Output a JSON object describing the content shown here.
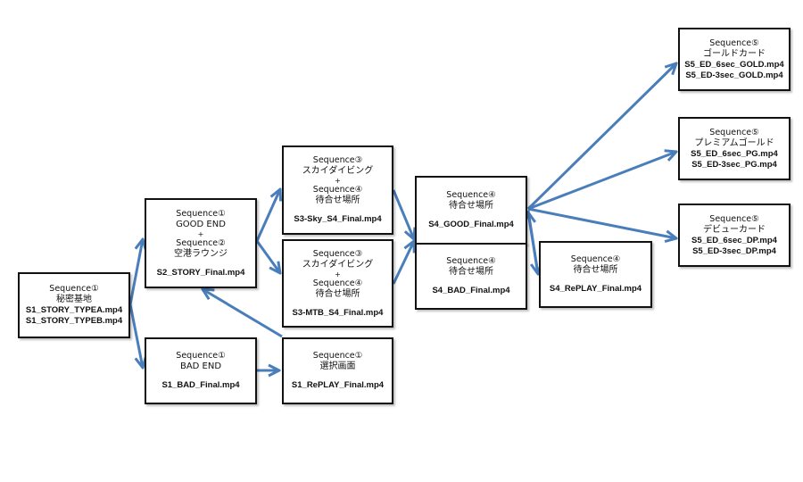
{
  "nodes": {
    "s1_story": {
      "seq": "Sequence①",
      "title": "秘密基地",
      "files": [
        "S1_STORY_TYPEA.mp4",
        "S1_STORY_TYPEB.mp4"
      ]
    },
    "s2_story": {
      "seq1": "Sequence①",
      "title1": "GOOD END",
      "plus": "+",
      "seq2": "Sequence②",
      "title2": "空港ラウンジ",
      "file": "S2_STORY_Final.mp4"
    },
    "s1_bad": {
      "seq": "Sequence①",
      "title": "BAD END",
      "file": "S1_BAD_Final.mp4"
    },
    "s3_sky": {
      "seq1": "Sequence③",
      "title1": "スカイダイビング",
      "plus": "+",
      "seq2": "Sequence④",
      "title2": "待合せ場所",
      "file": "S3-Sky_S4_Final.mp4"
    },
    "s3_mtb": {
      "seq1": "Sequence③",
      "title1": "スカイダイビング",
      "plus": "+",
      "seq2": "Sequence④",
      "title2": "待合せ場所",
      "file": "S3-MTB_S4_Final.mp4"
    },
    "s1_replay": {
      "seq": "Sequence①",
      "title": "選択画面",
      "file": "S1_RePLAY_Final.mp4"
    },
    "s4_good": {
      "seq": "Sequence④",
      "title": "待合せ場所",
      "file": "S4_GOOD_Final.mp4"
    },
    "s4_bad": {
      "seq": "Sequence④",
      "title": "待合せ場所",
      "file": "S4_BAD_Final.mp4"
    },
    "s4_replay": {
      "seq": "Sequence④",
      "title": "待合せ場所",
      "file": "S4_RePLAY_Final.mp4"
    },
    "s5_gold": {
      "seq": "Sequence⑤",
      "title": "ゴールドカード",
      "files": [
        "S5_ED_6sec_GOLD.mp4",
        "S5_ED-3sec_GOLD.mp4"
      ]
    },
    "s5_pg": {
      "seq": "Sequence⑤",
      "title": "プレミアムゴールド",
      "files": [
        "S5_ED_6sec_PG.mp4",
        "S5_ED-3sec_PG.mp4"
      ]
    },
    "s5_dp": {
      "seq": "Sequence⑤",
      "title": "デビューカード",
      "files": [
        "S5_ED_6sec_DP.mp4",
        "S5_ED-3sec_DP.mp4"
      ]
    }
  },
  "edges": [
    {
      "from": "s1_story",
      "to": "s2_story"
    },
    {
      "from": "s1_story",
      "to": "s1_bad"
    },
    {
      "from": "s1_bad",
      "to": "s1_replay"
    },
    {
      "from": "s1_replay",
      "to": "s2_story"
    },
    {
      "from": "s2_story",
      "to": "s3_sky"
    },
    {
      "from": "s2_story",
      "to": "s3_mtb"
    },
    {
      "from": "s3_sky",
      "to": "s4_good"
    },
    {
      "from": "s3_mtb",
      "to": "s4_good"
    },
    {
      "from": "s4_good",
      "to": "s5_gold"
    },
    {
      "from": "s4_good",
      "to": "s5_pg"
    },
    {
      "from": "s4_good",
      "to": "s5_dp"
    },
    {
      "from": "s4_good",
      "to": "s4_replay"
    },
    {
      "from": "s4_replay",
      "to": "s4_good"
    }
  ],
  "colors": {
    "arrow": "#4a7ebb",
    "border": "#111111"
  }
}
